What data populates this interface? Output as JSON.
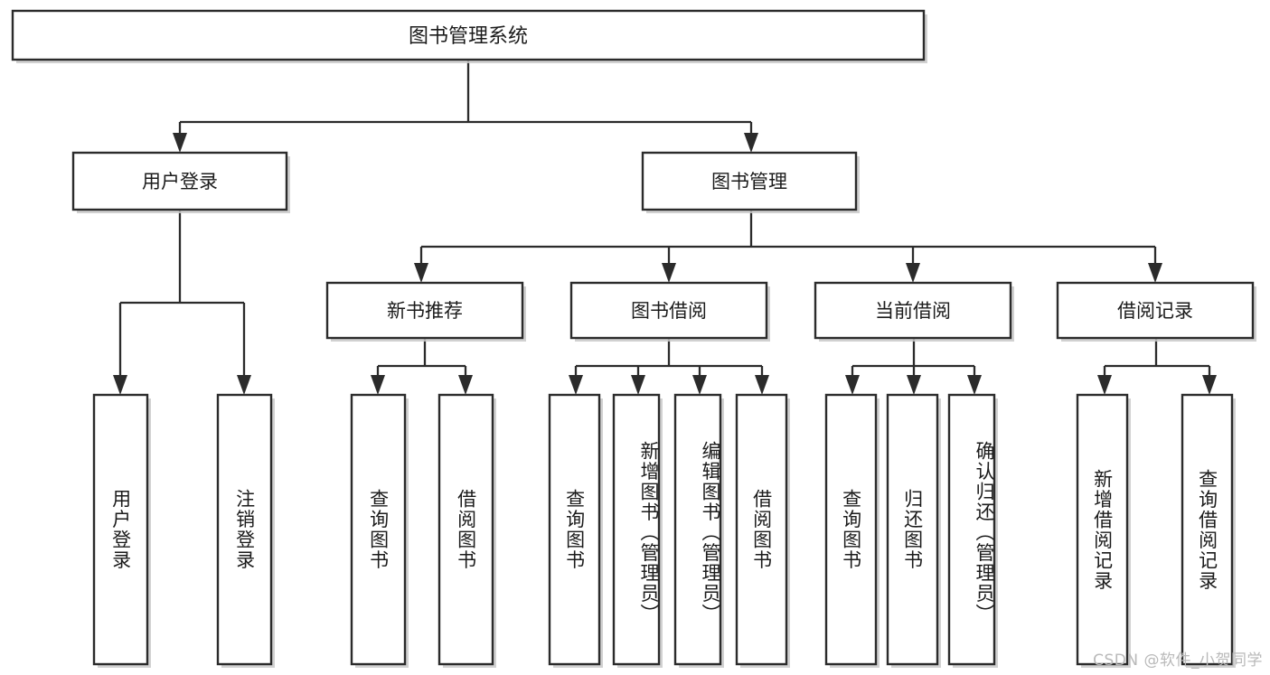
{
  "diagram": {
    "type": "tree",
    "title": "图书管理系统",
    "orientation": "top-down",
    "watermark": "CSDN @软件_小贺同学",
    "colors": {
      "box_fill": "#ffffff",
      "box_stroke": "#2b2b2b",
      "edge": "#2b2b2b",
      "text": "#1b1b1b",
      "watermark": "#b9b9b9"
    },
    "levels": {
      "root": "图书管理系统",
      "level2": [
        "用户登录",
        "图书管理"
      ],
      "level3": [
        "新书推荐",
        "图书借阅",
        "当前借阅",
        "借阅记录"
      ]
    },
    "nodes": {
      "root": {
        "label": "图书管理系统"
      },
      "user_login": {
        "label": "用户登录"
      },
      "book_manage": {
        "label": "图书管理"
      },
      "new_book_rec": {
        "label": "新书推荐"
      },
      "book_borrow": {
        "label": "图书借阅"
      },
      "current_borrow": {
        "label": "当前借阅"
      },
      "borrow_record": {
        "label": "借阅记录"
      },
      "leaf_user_login": {
        "label": "用户登录"
      },
      "leaf_logout": {
        "label": "注销登录"
      },
      "leaf_query_book_1": {
        "label": "查询图书"
      },
      "leaf_borrow_book_1": {
        "label": "借阅图书"
      },
      "leaf_query_book_2": {
        "label": "查询图书"
      },
      "leaf_add_book_admin": {
        "label": "新增图书（管理员）"
      },
      "leaf_edit_book_admin": {
        "label": "编辑图书（管理员）"
      },
      "leaf_borrow_book_2": {
        "label": "借阅图书"
      },
      "leaf_query_book_3": {
        "label": "查询图书"
      },
      "leaf_return_book": {
        "label": "归还图书"
      },
      "leaf_confirm_return_admin": {
        "label": "确认归还（管理员）"
      },
      "leaf_add_record": {
        "label": "新增借阅记录"
      },
      "leaf_query_record": {
        "label": "查询借阅记录"
      }
    },
    "edges": [
      {
        "from": "root",
        "to": "user_login"
      },
      {
        "from": "root",
        "to": "book_manage"
      },
      {
        "from": "user_login",
        "to": "leaf_user_login"
      },
      {
        "from": "user_login",
        "to": "leaf_logout"
      },
      {
        "from": "book_manage",
        "to": "new_book_rec"
      },
      {
        "from": "book_manage",
        "to": "book_borrow"
      },
      {
        "from": "book_manage",
        "to": "current_borrow"
      },
      {
        "from": "book_manage",
        "to": "borrow_record"
      },
      {
        "from": "new_book_rec",
        "to": "leaf_query_book_1"
      },
      {
        "from": "new_book_rec",
        "to": "leaf_borrow_book_1"
      },
      {
        "from": "book_borrow",
        "to": "leaf_query_book_2"
      },
      {
        "from": "book_borrow",
        "to": "leaf_add_book_admin"
      },
      {
        "from": "book_borrow",
        "to": "leaf_edit_book_admin"
      },
      {
        "from": "book_borrow",
        "to": "leaf_borrow_book_2"
      },
      {
        "from": "current_borrow",
        "to": "leaf_query_book_3"
      },
      {
        "from": "current_borrow",
        "to": "leaf_return_book"
      },
      {
        "from": "current_borrow",
        "to": "leaf_confirm_return_admin"
      },
      {
        "from": "borrow_record",
        "to": "leaf_add_record"
      },
      {
        "from": "borrow_record",
        "to": "leaf_query_record"
      }
    ]
  }
}
